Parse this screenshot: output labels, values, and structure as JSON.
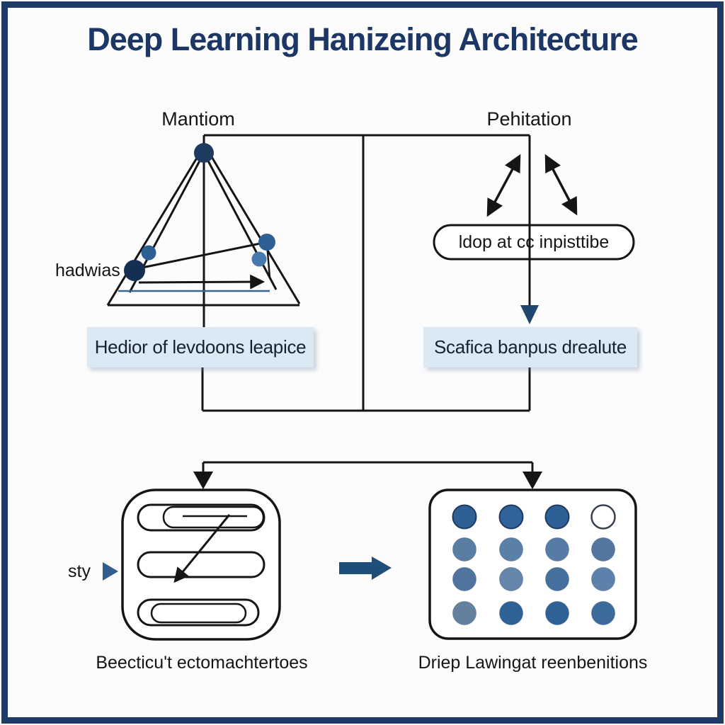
{
  "title": "Deep Learning Hanizeing Architecture",
  "colors": {
    "frame": "#1e3a66",
    "title_text": "#1c3765",
    "label_box_bg": "#dbe9f5",
    "ink": "#151515",
    "navy_arrowhead": "#20456f",
    "thick_arrow": "#1f4e79",
    "pointer": "#2e5d8e",
    "thin_blue_line": "#3c6490"
  },
  "diagram": {
    "left_branch": {
      "header": "Mantiom",
      "node_label": "hadwias",
      "result_box": "Hedior of levdoons leapice",
      "nodes": {
        "apex": "#1d3a5f",
        "left_small": "#2e5f94",
        "hadwias": "#152f52",
        "right_upper": "#2e5f94",
        "right_lower": "#4679ad"
      }
    },
    "right_branch": {
      "header": "Pehitation",
      "pill_label": "ldop at cc inpisttibe",
      "result_box": "Scafica banpus drealute"
    }
  },
  "bottom": {
    "left_figure": {
      "pointer_label": "sty",
      "caption": "Beecticu't ectomachtertoes"
    },
    "right_figure": {
      "caption": "Driep Lawingat reenbenitions",
      "grid_fills": [
        "#2e6095",
        "#30639a",
        "#2d6095",
        "#ffffff",
        "#5a7da3",
        "#5b80a8",
        "#567ca6",
        "#54779f",
        "#50749e",
        "#6585aa",
        "#45709e",
        "#5c81ab",
        "#64809f",
        "#2e6195",
        "#2e6195",
        "#3d6b9c"
      ]
    }
  }
}
